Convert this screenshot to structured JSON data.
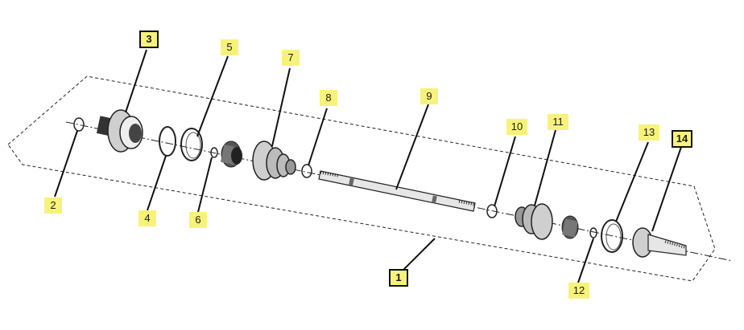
{
  "diagram": {
    "type": "exploded-parts-view",
    "callouts": [
      {
        "id": "1",
        "label": "1",
        "boxed": true
      },
      {
        "id": "2",
        "label": "2",
        "boxed": false
      },
      {
        "id": "3",
        "label": "3",
        "boxed": true
      },
      {
        "id": "4",
        "label": "4",
        "boxed": false
      },
      {
        "id": "5",
        "label": "5",
        "boxed": false
      },
      {
        "id": "6",
        "label": "6",
        "boxed": false
      },
      {
        "id": "7",
        "label": "7",
        "boxed": false
      },
      {
        "id": "8",
        "label": "8",
        "boxed": false
      },
      {
        "id": "9",
        "label": "9",
        "boxed": false
      },
      {
        "id": "10",
        "label": "10",
        "boxed": false
      },
      {
        "id": "11",
        "label": "11",
        "boxed": false
      },
      {
        "id": "12",
        "label": "12",
        "boxed": false
      },
      {
        "id": "13",
        "label": "13",
        "boxed": false
      },
      {
        "id": "14",
        "label": "14",
        "boxed": true
      }
    ],
    "colors": {
      "callout_fill": "#f7f37a",
      "line": "#111111",
      "part_fill": "#d9d9d9"
    }
  }
}
